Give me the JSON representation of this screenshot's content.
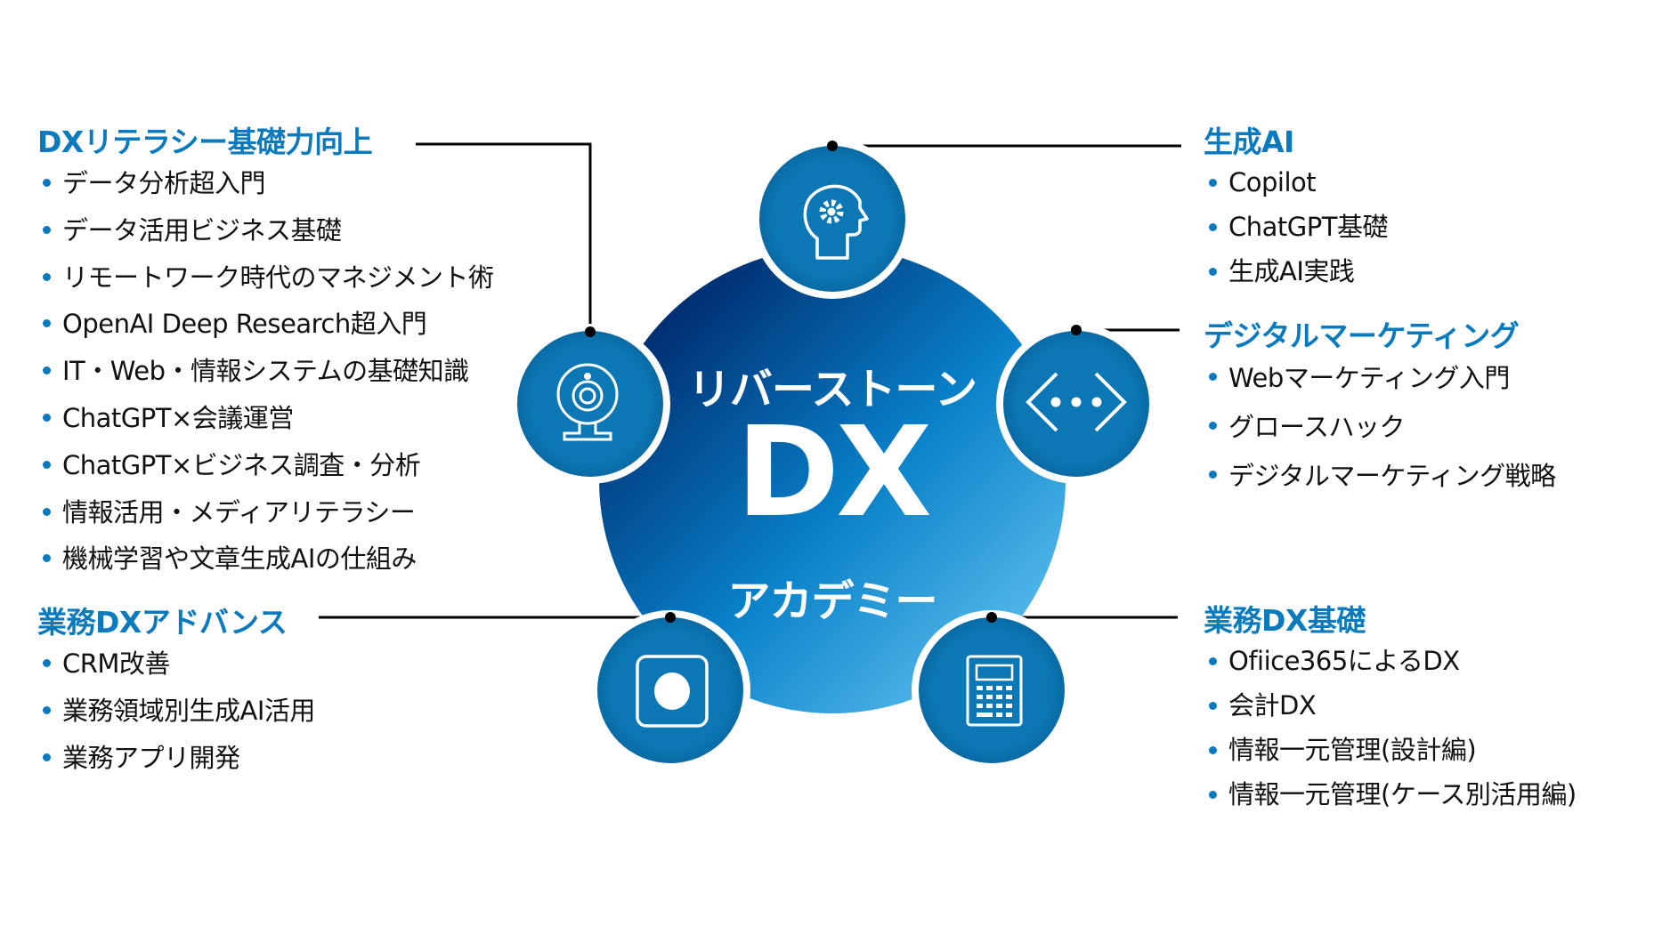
{
  "colors": {
    "heading": "#0a7abf",
    "bullet": "#0a7abf",
    "circle": "#0b78b5",
    "gradient_dark": "#002a6d",
    "gradient_mid": "#0880c8",
    "gradient_light": "#54b9ea",
    "connector": "#000000"
  },
  "center": {
    "line1": "リバーストーン",
    "line2": "DX",
    "line3": "アカデミー"
  },
  "groups": {
    "dx_literacy": {
      "title": "DXリテラシー基礎力向上",
      "icon": "webcam-icon",
      "items": [
        "データ分析超入門",
        "データ活用ビジネス基礎",
        "リモートワーク時代のマネジメント術",
        "OpenAI Deep Research超入門",
        "IT・Web・情報システムの基礎知識",
        "ChatGPT×会議運営",
        "ChatGPT×ビジネス調査・分析",
        "情報活用・メディアリテラシー",
        "機械学習や文章生成AIの仕組み"
      ]
    },
    "business_dx_advance": {
      "title": "業務DXアドバンス",
      "icon": "record-button-icon",
      "items": [
        "CRM改善",
        "業務領域別生成AI活用",
        "業務アプリ開発"
      ]
    },
    "generative_ai": {
      "title": "生成AI",
      "icon": "head-gear-icon",
      "items": [
        "Copilot",
        "ChatGPT基礎",
        "生成AI実践"
      ]
    },
    "digital_marketing": {
      "title": "デジタルマーケティング",
      "icon": "code-brackets-icon",
      "items": [
        "Webマーケティング入門",
        "グロースハック",
        "デジタルマーケティング戦略"
      ]
    },
    "business_dx_basics": {
      "title": "業務DX基礎",
      "icon": "calculator-icon",
      "items": [
        "Ofiice365によるDX",
        "会計DX",
        "情報一元管理(設計編)",
        "情報一元管理(ケース別活用編)"
      ]
    }
  }
}
